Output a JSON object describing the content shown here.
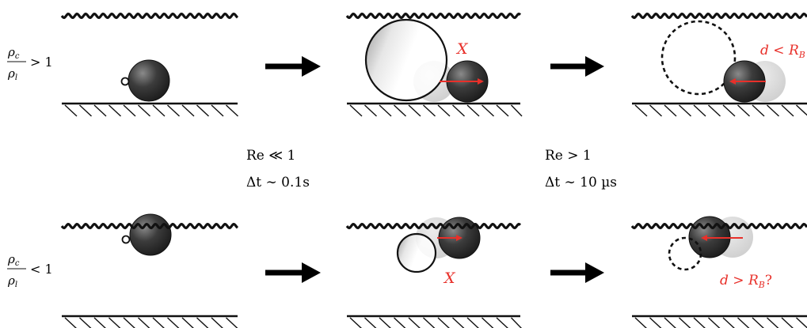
{
  "row_top": {
    "label": {
      "numerator_sym": "ρ",
      "numerator_sub": "c",
      "denominator_sym": "ρ",
      "denominator_sub": "l",
      "relation": "> 1"
    },
    "panel2_annotation": "X",
    "panel3_annotation": {
      "lhs": "d",
      "op": "<",
      "rhs": "R",
      "rhs_sub": "B"
    }
  },
  "row_bottom": {
    "label": {
      "numerator_sym": "ρ",
      "numerator_sub": "c",
      "denominator_sym": "ρ",
      "denominator_sub": "l",
      "relation": "< 1"
    },
    "panel2_annotation": "X",
    "panel3_annotation": {
      "lhs": "d",
      "op": ">",
      "rhs": "R",
      "rhs_sub": "B",
      "suffix": "?"
    }
  },
  "transition_1": {
    "reynolds": "Re ≪ 1",
    "timescale": "Δt ∼ 0.1s"
  },
  "transition_2": {
    "reynolds": "Re > 1",
    "timescale": "Δt ∼ 10 µs"
  },
  "colors": {
    "annotation_red": "#e8302a",
    "ink": "#111111",
    "sphere_dark": "#2b2b2b",
    "sphere_ghost": "#d6d6d6"
  }
}
